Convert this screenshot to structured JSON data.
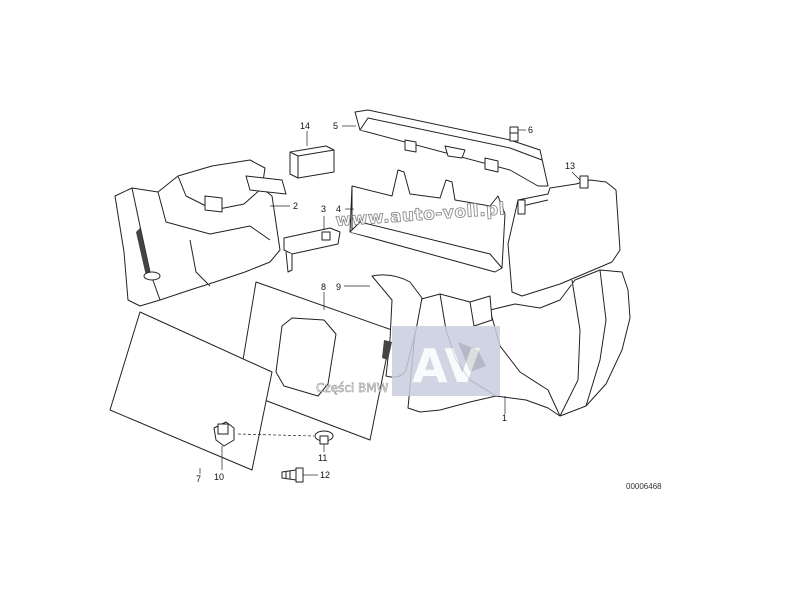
{
  "diagram": {
    "callouts": {
      "c1": "1",
      "c2": "2",
      "c3": "3",
      "c4": "4",
      "c5": "5",
      "c6": "6",
      "c7": "7",
      "c8": "8",
      "c9": "9",
      "c10": "10",
      "c11": "11",
      "c12": "12",
      "c13": "13",
      "c14": "14"
    },
    "catalog_number": "00006468"
  },
  "watermark": {
    "url": "www.auto-voll.pl",
    "logo_text": "AV",
    "subtitle": "Części BMW"
  },
  "colors": {
    "line": "#222222",
    "watermark_box": "#c9cddd",
    "watermark_text": "#ffffff"
  }
}
